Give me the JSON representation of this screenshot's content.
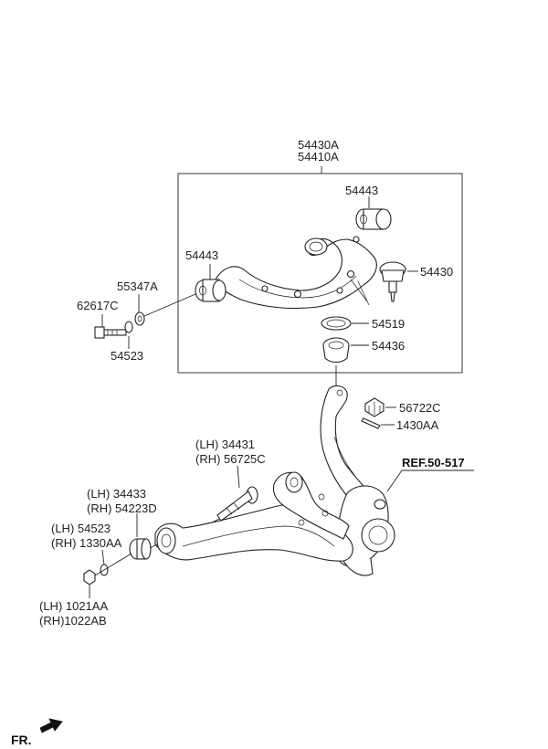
{
  "header": {
    "group_code_1": "54430A",
    "group_code_2": "54410A"
  },
  "parts": {
    "bushing_upper_rear": "54443",
    "bushing_upper_front": "54443",
    "ball_joint": "54430",
    "bolt_front": "62617C",
    "washer_front": "55347A",
    "nut_front": "54523",
    "dust_cover": "54519",
    "seal_ring": "54436",
    "castle_nut": "56722C",
    "cotter_pin": "1430AA",
    "ref_knuckle": "REF.50-517",
    "lower_bolt_lh": "(LH)  34431",
    "lower_bolt_rh": "(RH)  56725C",
    "lower_bush_lh": "(LH)  34433",
    "lower_bush_rh": "(RH)  54223D",
    "lower_washer_lh": "(LH)   54523",
    "lower_washer_rh": "(RH) 1330AA",
    "lower_nut_lh": "(LH) 1021AA",
    "lower_nut_rh": "(RH)1022AB"
  },
  "footer": {
    "direction_label": "FR."
  }
}
